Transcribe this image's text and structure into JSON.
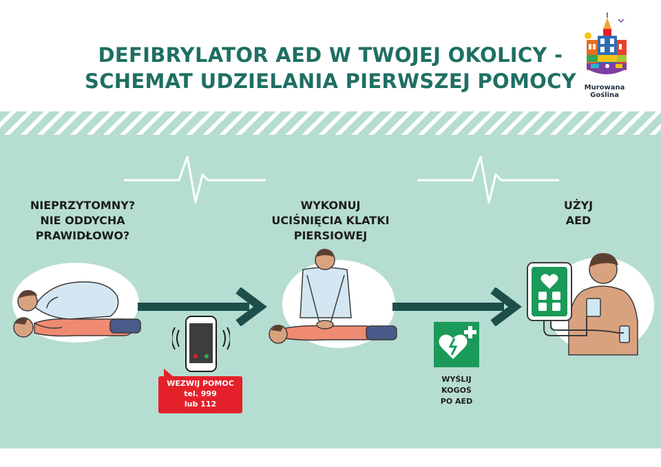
{
  "header": {
    "title_line1": "DEFIBRYLATOR AED W TWOJEJ OKOLICY -",
    "title_line2": "SCHEMAT UDZIELANIA PIERWSZEJ POMOCY",
    "logo_line1": "Murowana",
    "logo_line2": "Goślina"
  },
  "steps": [
    {
      "line1": "NIEPRZYTOMNY?",
      "line2": "NIE ODDYCHA",
      "line3": "PRAWIDŁOWO?"
    },
    {
      "line1": "WYKONUJ",
      "line2": "UCIŚNIĘCIA KLATKI",
      "line3": "PIERSIOWEJ"
    },
    {
      "line1": "UŻYJ",
      "line2": "AED"
    }
  ],
  "call_help": {
    "line1": "WEZWIJ POMOC",
    "line2": "tel. 999",
    "line3": "lub 112"
  },
  "send_for_aed": {
    "line1": "WYŚLIJ",
    "line2": "KOGOŚ",
    "line3": "PO AED"
  },
  "colors": {
    "title": "#1f6f63",
    "panel": "#b6ddd2",
    "arrow": "#1d4f4a",
    "callout": "#e4212b",
    "aed_sign": "#1a9a58",
    "skin": "#d9a27f",
    "shirt_red": "#ef8a73",
    "shirt_blue": "#d3e6f2",
    "hair": "#5a4030"
  },
  "icons": [
    "city-logo-icon",
    "heartbeat-line-icon",
    "arrow-right-icon",
    "smartphone-icon",
    "aed-sign-icon",
    "aed-device-icon"
  ]
}
